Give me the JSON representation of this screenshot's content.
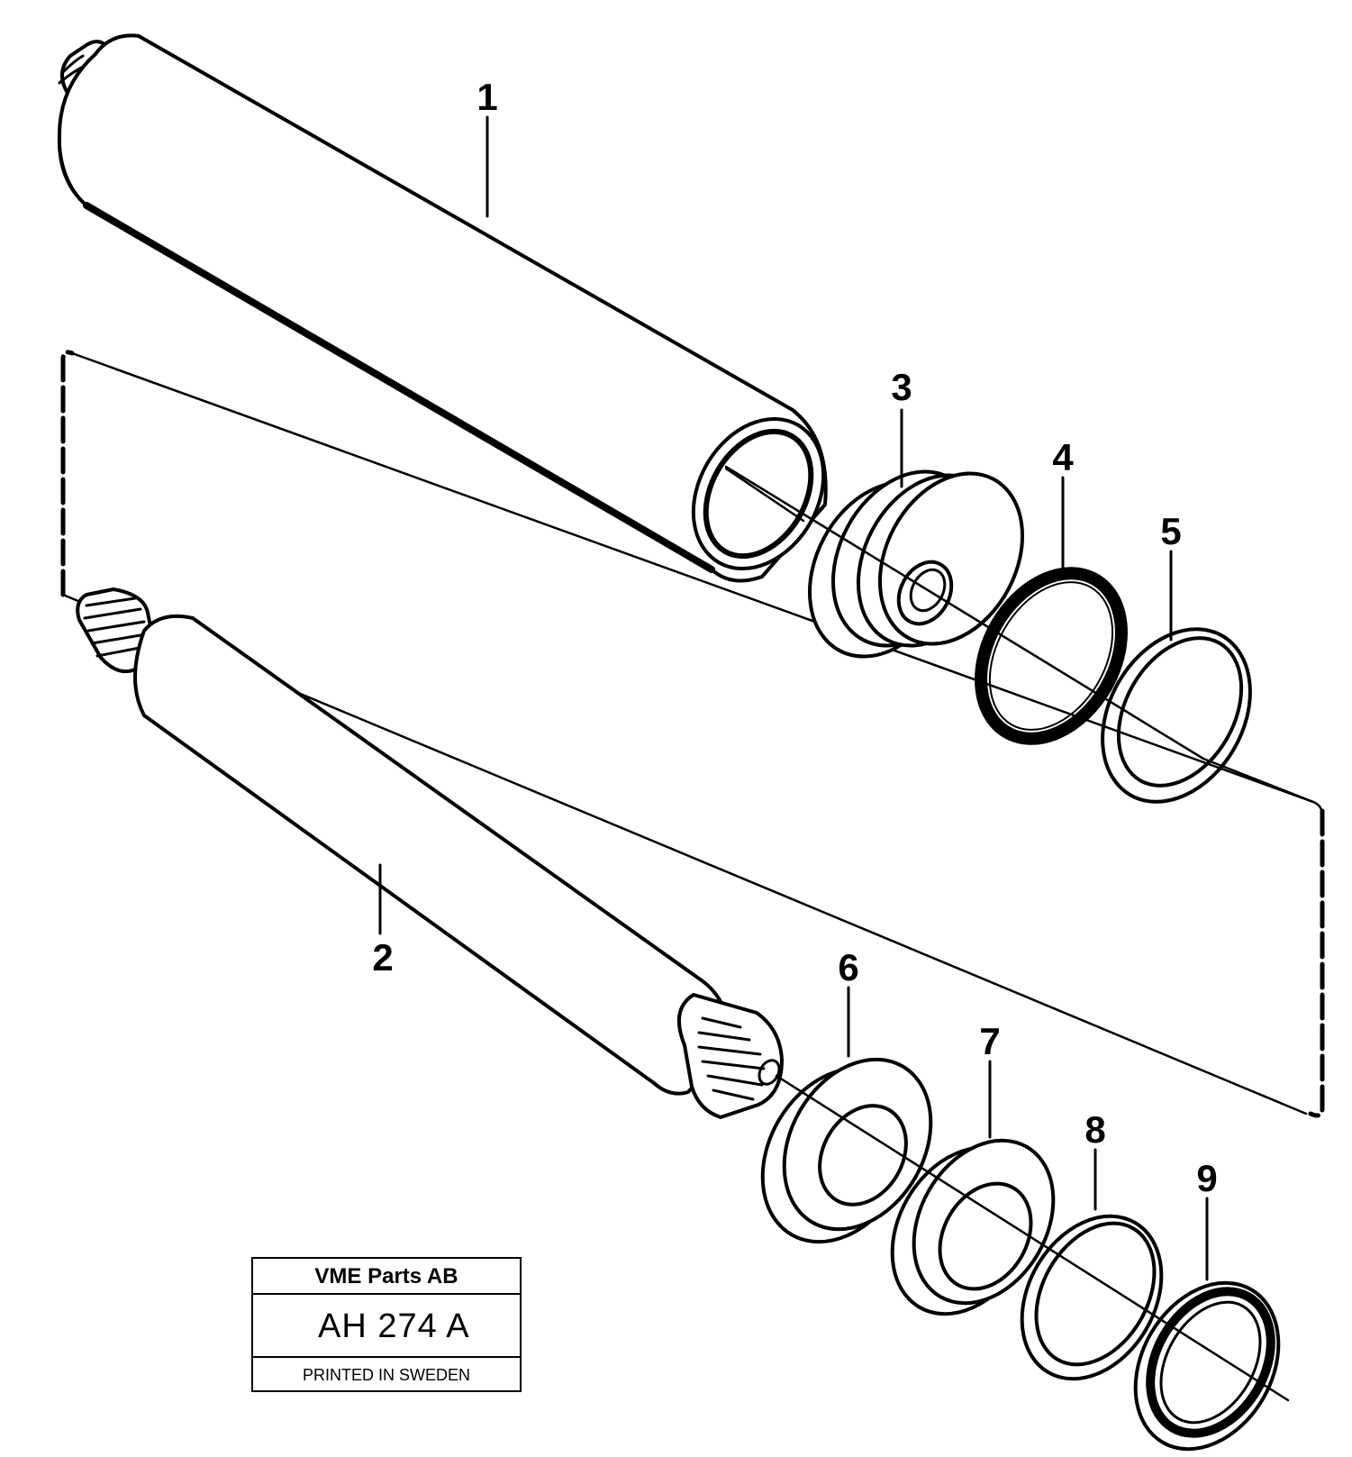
{
  "callouts": [
    {
      "id": "1",
      "label": "1"
    },
    {
      "id": "2",
      "label": "2"
    },
    {
      "id": "3",
      "label": "3"
    },
    {
      "id": "4",
      "label": "4"
    },
    {
      "id": "5",
      "label": "5"
    },
    {
      "id": "6",
      "label": "6"
    },
    {
      "id": "7",
      "label": "7"
    },
    {
      "id": "8",
      "label": "8"
    },
    {
      "id": "9",
      "label": "9"
    }
  ],
  "title_block": {
    "company": "VME Parts AB",
    "drawing_code": "AH 274  A",
    "printed": "PRINTED IN SWEDEN"
  }
}
